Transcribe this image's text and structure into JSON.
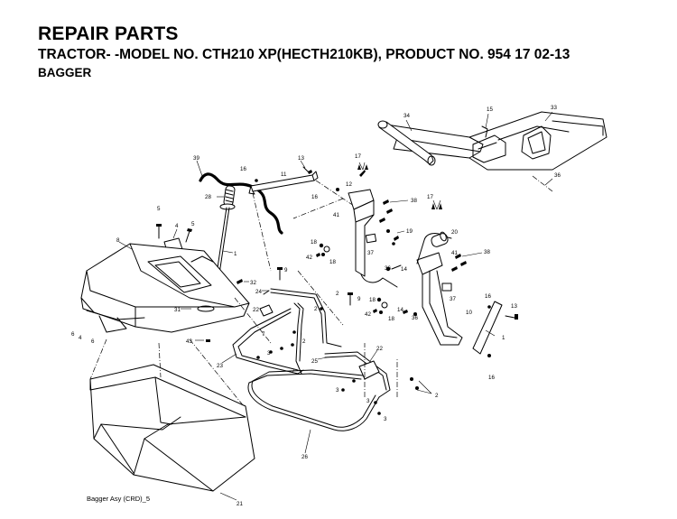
{
  "header": {
    "title": "REPAIR PARTS",
    "subtitle": "TRACTOR- -MODEL NO. CTH210 XP(HECTH210KB), PRODUCT NO. 954 17 02-13",
    "section": "BAGGER"
  },
  "caption": "Bagger Asy (CRD)_5",
  "callouts": [
    {
      "id": "c34",
      "text": "34"
    },
    {
      "id": "c15",
      "text": "15"
    },
    {
      "id": "c33",
      "text": "33"
    },
    {
      "id": "c36a",
      "text": "36"
    },
    {
      "id": "c39",
      "text": "39"
    },
    {
      "id": "c16a",
      "text": "16"
    },
    {
      "id": "c13a",
      "text": "13"
    },
    {
      "id": "c11",
      "text": "11"
    },
    {
      "id": "c17a",
      "text": "17"
    },
    {
      "id": "c12",
      "text": "12"
    },
    {
      "id": "c16b",
      "text": "16"
    },
    {
      "id": "c28",
      "text": "28"
    },
    {
      "id": "c38a",
      "text": "38"
    },
    {
      "id": "c41a",
      "text": "41"
    },
    {
      "id": "c17b",
      "text": "17"
    },
    {
      "id": "c5a",
      "text": "5"
    },
    {
      "id": "c4a",
      "text": "4"
    },
    {
      "id": "c5b",
      "text": "5"
    },
    {
      "id": "c8",
      "text": "8"
    },
    {
      "id": "c18a",
      "text": "18"
    },
    {
      "id": "c42a",
      "text": "42"
    },
    {
      "id": "c18b",
      "text": "18"
    },
    {
      "id": "c19",
      "text": "19"
    },
    {
      "id": "c37a",
      "text": "37"
    },
    {
      "id": "c20",
      "text": "20"
    },
    {
      "id": "c41b",
      "text": "41"
    },
    {
      "id": "c38b",
      "text": "38"
    },
    {
      "id": "c1a",
      "text": "1"
    },
    {
      "id": "c9a",
      "text": "9"
    },
    {
      "id": "c32",
      "text": "32"
    },
    {
      "id": "c36b",
      "text": "36"
    },
    {
      "id": "c14a",
      "text": "14"
    },
    {
      "id": "c24",
      "text": "24"
    },
    {
      "id": "c2a",
      "text": "2"
    },
    {
      "id": "c9b",
      "text": "9"
    },
    {
      "id": "c37b",
      "text": "37"
    },
    {
      "id": "c31",
      "text": "31"
    },
    {
      "id": "c22a",
      "text": "22"
    },
    {
      "id": "c2b",
      "text": "2"
    },
    {
      "id": "c18c",
      "text": "18"
    },
    {
      "id": "c42b",
      "text": "42"
    },
    {
      "id": "c18d",
      "text": "18"
    },
    {
      "id": "c14b",
      "text": "14"
    },
    {
      "id": "c36c",
      "text": "36"
    },
    {
      "id": "c10",
      "text": "10"
    },
    {
      "id": "c16c",
      "text": "16"
    },
    {
      "id": "c13b",
      "text": "13"
    },
    {
      "id": "c6a",
      "text": "6"
    },
    {
      "id": "c4b",
      "text": "4"
    },
    {
      "id": "c6b",
      "text": "6"
    },
    {
      "id": "c43",
      "text": "43"
    },
    {
      "id": "c7a",
      "text": "7"
    },
    {
      "id": "c2c",
      "text": "2"
    },
    {
      "id": "c3a",
      "text": "3"
    },
    {
      "id": "c1b",
      "text": "1"
    },
    {
      "id": "c23",
      "text": "23"
    },
    {
      "id": "c7b",
      "text": "7"
    },
    {
      "id": "c25",
      "text": "25"
    },
    {
      "id": "c22b",
      "text": "22"
    },
    {
      "id": "c3b",
      "text": "3"
    },
    {
      "id": "c3c",
      "text": "3"
    },
    {
      "id": "c2d",
      "text": "2"
    },
    {
      "id": "c3d",
      "text": "3"
    },
    {
      "id": "c16d",
      "text": "16"
    },
    {
      "id": "c26",
      "text": "26"
    },
    {
      "id": "c21",
      "text": "21"
    }
  ]
}
